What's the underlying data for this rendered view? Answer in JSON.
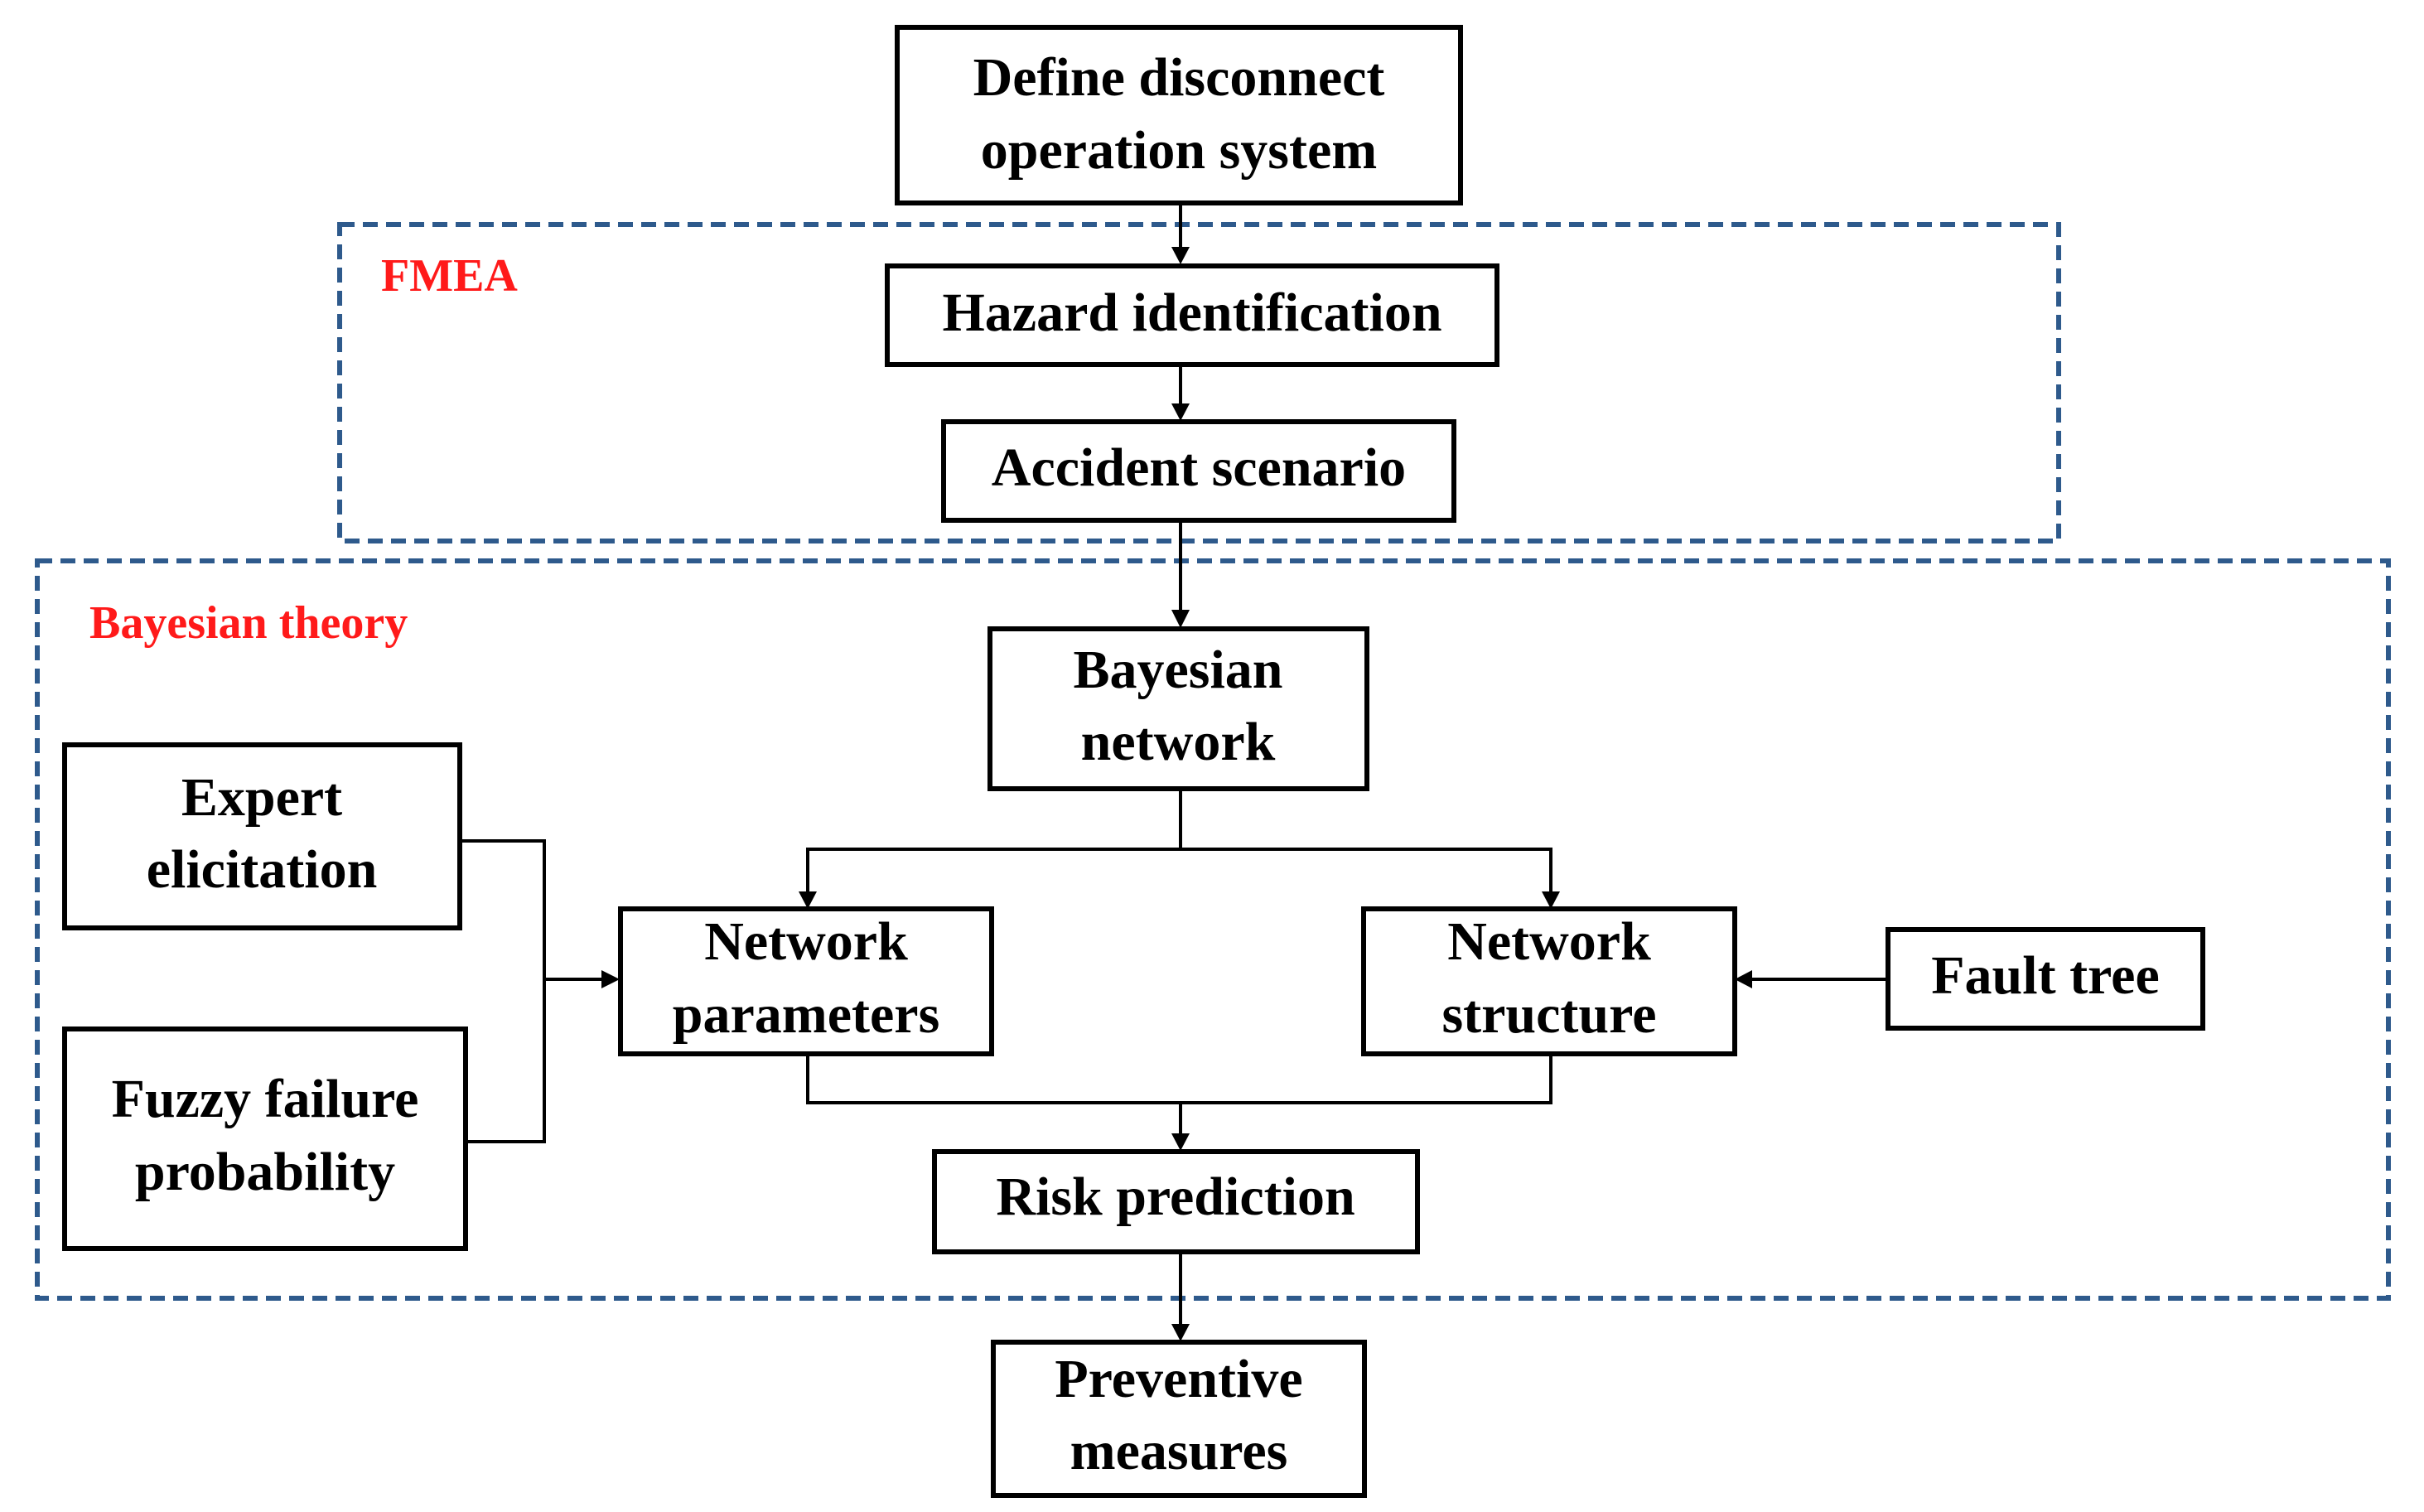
{
  "colors": {
    "region_border": "#2E5A8C",
    "region_label": "#FF1A1A",
    "box_border": "#000000",
    "text": "#000000"
  },
  "regions": {
    "fmea": {
      "label": "FMEA"
    },
    "bayesian": {
      "label": "Bayesian theory"
    }
  },
  "nodes": {
    "define_system": {
      "lines": [
        "Define disconnect",
        "operation system"
      ]
    },
    "hazard_identification": {
      "lines": [
        "Hazard identification"
      ]
    },
    "accident_scenario": {
      "lines": [
        "Accident scenario"
      ]
    },
    "bayesian_network": {
      "lines": [
        "Bayesian",
        "network"
      ]
    },
    "expert_elicitation": {
      "lines": [
        "Expert",
        "elicitation"
      ]
    },
    "fuzzy_failure_probability": {
      "lines": [
        "Fuzzy failure",
        "probability"
      ]
    },
    "network_parameters": {
      "lines": [
        "Network",
        "parameters"
      ]
    },
    "network_structure": {
      "lines": [
        "Network",
        "structure"
      ]
    },
    "fault_tree": {
      "lines": [
        "Fault tree"
      ]
    },
    "risk_prediction": {
      "lines": [
        "Risk prediction"
      ]
    },
    "preventive_measures": {
      "lines": [
        "Preventive",
        "measures"
      ]
    }
  },
  "edges": [
    {
      "from": "define_system",
      "to": "hazard_identification"
    },
    {
      "from": "hazard_identification",
      "to": "accident_scenario"
    },
    {
      "from": "accident_scenario",
      "to": "bayesian_network"
    },
    {
      "from": "bayesian_network",
      "to": "network_parameters"
    },
    {
      "from": "bayesian_network",
      "to": "network_structure"
    },
    {
      "from": "expert_elicitation",
      "to": "network_parameters"
    },
    {
      "from": "fuzzy_failure_probability",
      "to": "network_parameters"
    },
    {
      "from": "fault_tree",
      "to": "network_structure"
    },
    {
      "from": "network_parameters",
      "to": "risk_prediction"
    },
    {
      "from": "network_structure",
      "to": "risk_prediction"
    },
    {
      "from": "risk_prediction",
      "to": "preventive_measures"
    }
  ]
}
